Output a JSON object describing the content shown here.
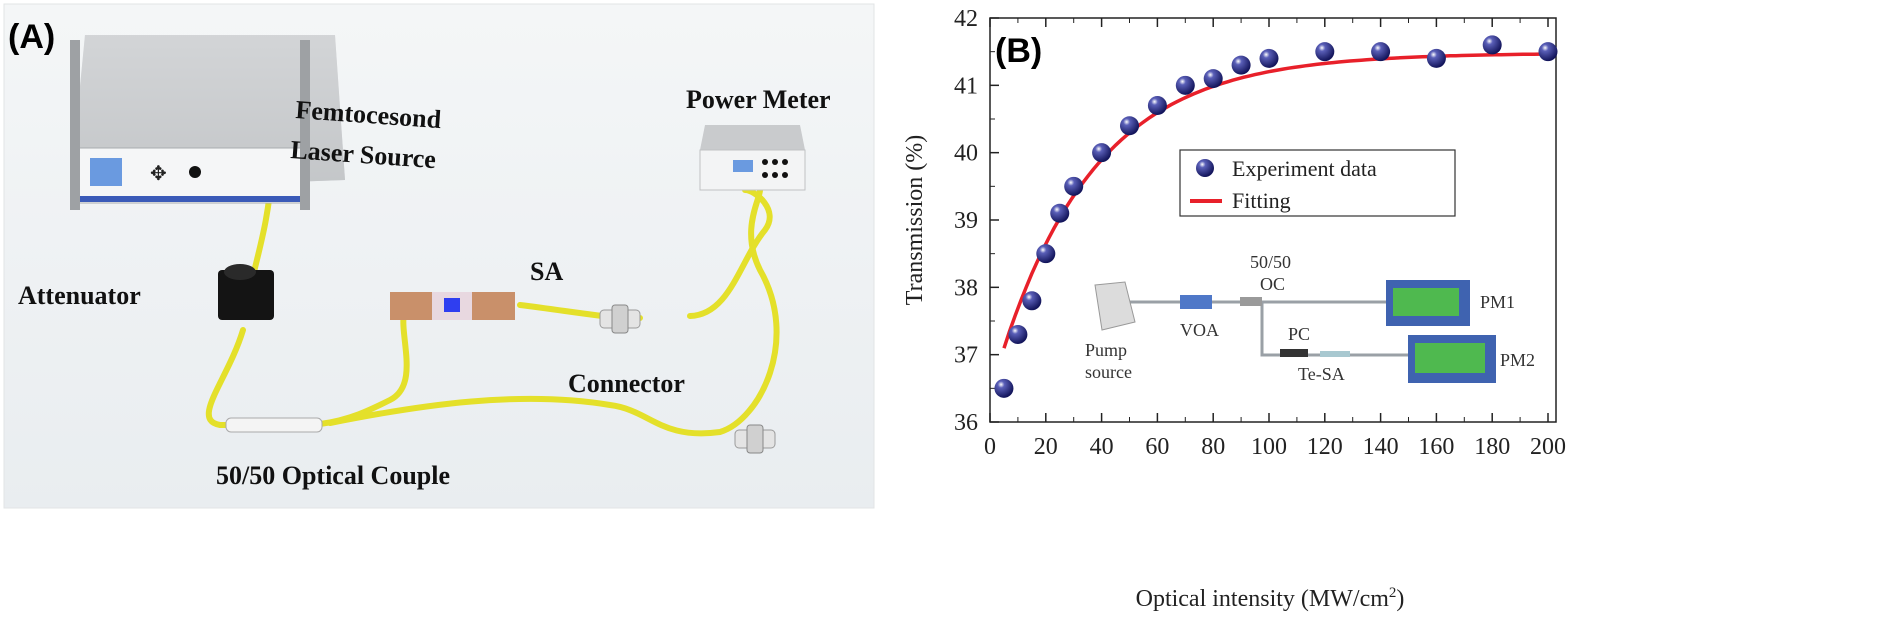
{
  "panel_a": {
    "label": "(A)",
    "components": {
      "laser_line1": "Femtocesond",
      "laser_line2": "Laser Source",
      "power_meter": "Power Meter",
      "attenuator": "Attenuator",
      "sa": "SA",
      "connector": "Connector",
      "coupler": "50/50 Optical Couple"
    },
    "colors": {
      "fiber": "#e4e02a",
      "background": "#eef1f3"
    }
  },
  "panel_b": {
    "label": "(B)",
    "inset": {
      "pump_line1": "Pump",
      "pump_line2": "source",
      "voa": "VOA",
      "oc_line1": "50/50",
      "oc_line2": "OC",
      "pc": "PC",
      "te_sa": "Te-SA",
      "pm1": "PM1",
      "pm2": "PM2"
    }
  },
  "chart_data": {
    "type": "scatter",
    "title": "",
    "xlabel": "Optical intensity (MW/cm",
    "xlabel_sup": "2",
    "xlabel_end": ")",
    "ylabel": "Transmission (%)",
    "xlim": [
      0,
      200
    ],
    "ylim": [
      36,
      42
    ],
    "xticks": [
      0,
      20,
      40,
      60,
      80,
      100,
      120,
      140,
      160,
      180,
      200
    ],
    "yticks": [
      36,
      37,
      38,
      39,
      40,
      41,
      42
    ],
    "grid": false,
    "legend_placement": "center-right",
    "series": [
      {
        "name": "Experiment data",
        "kind": "points",
        "color": "#1c1f6e",
        "x": [
          5,
          10,
          15,
          20,
          25,
          30,
          40,
          50,
          60,
          70,
          80,
          90,
          100,
          120,
          140,
          160,
          180,
          200
        ],
        "y": [
          36.5,
          37.3,
          37.8,
          38.5,
          39.1,
          39.5,
          40.0,
          40.4,
          40.7,
          41.0,
          41.1,
          41.3,
          41.4,
          41.5,
          41.5,
          41.4,
          41.6,
          41.5
        ]
      },
      {
        "name": "Fitting",
        "kind": "line",
        "color": "#e8202a",
        "x": [
          5,
          10,
          15,
          20,
          25,
          30,
          40,
          50,
          60,
          70,
          80,
          90,
          100,
          120,
          140,
          160,
          180,
          200
        ],
        "y": [
          37.1,
          37.76,
          38.29,
          38.73,
          39.09,
          39.39,
          39.86,
          40.19,
          40.42,
          40.58,
          40.84,
          41.0,
          41.2,
          41.33,
          41.4,
          41.44,
          41.46,
          41.47
        ]
      }
    ]
  }
}
